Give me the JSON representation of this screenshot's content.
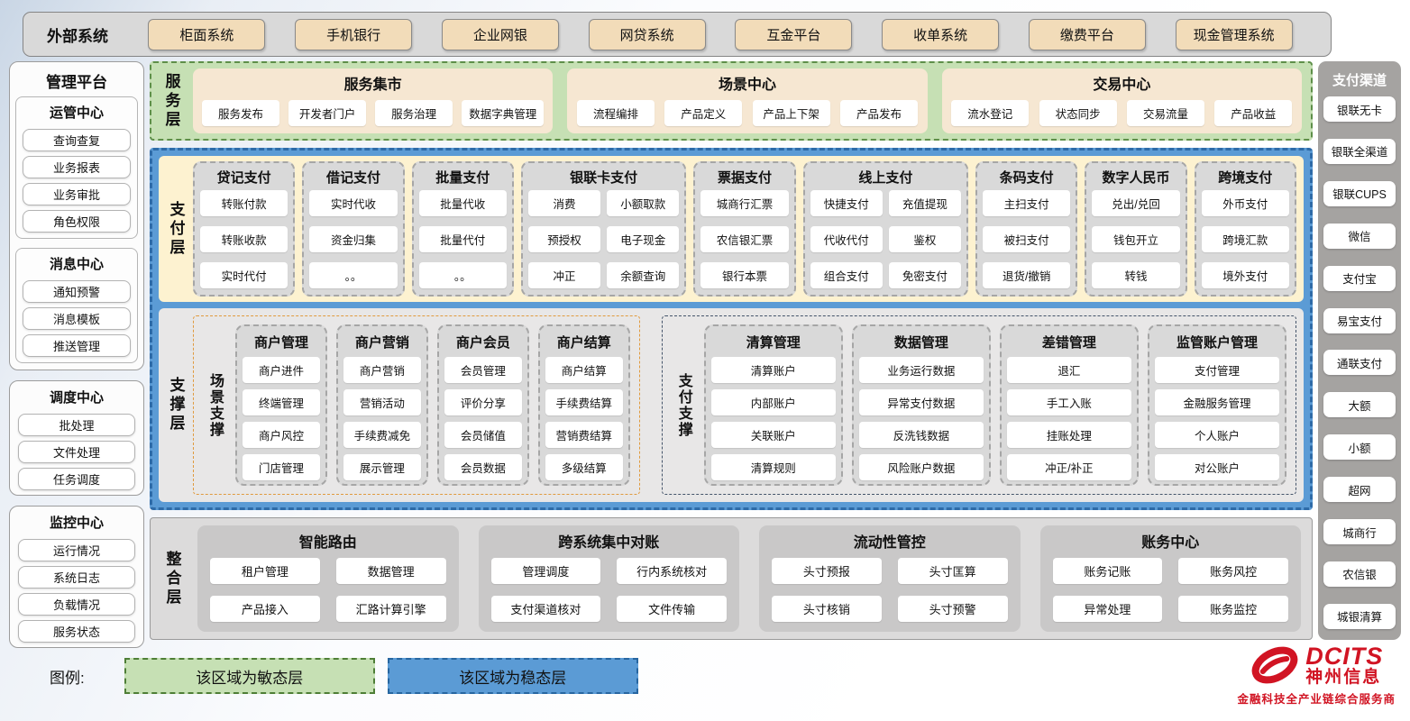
{
  "external_systems": {
    "label": "外部系统",
    "items": [
      "柜面系统",
      "手机银行",
      "企业网银",
      "网贷系统",
      "互金平台",
      "收单系统",
      "缴费平台",
      "现金管理系统"
    ]
  },
  "management_platform": {
    "title": "管理平台",
    "groups": [
      {
        "title": "运管中心",
        "items": [
          "查询查复",
          "业务报表",
          "业务审批",
          "角色权限"
        ]
      },
      {
        "title": "消息中心",
        "items": [
          "通知预警",
          "消息模板",
          "推送管理"
        ]
      }
    ],
    "standalone_groups": [
      {
        "title": "调度中心",
        "items": [
          "批处理",
          "文件处理",
          "任务调度"
        ]
      },
      {
        "title": "监控中心",
        "items": [
          "运行情况",
          "系统日志",
          "负载情况",
          "服务状态"
        ]
      }
    ]
  },
  "service_layer": {
    "label": "服务层",
    "groups": [
      {
        "title": "服务集市",
        "items": [
          "服务发布",
          "开发者门户",
          "服务治理",
          "数据字典管理"
        ]
      },
      {
        "title": "场景中心",
        "items": [
          "流程编排",
          "产品定义",
          "产品上下架",
          "产品发布"
        ]
      },
      {
        "title": "交易中心",
        "items": [
          "流水登记",
          "状态同步",
          "交易流量",
          "产品收益"
        ]
      }
    ]
  },
  "payment_layer": {
    "label": "支付层",
    "columns": [
      {
        "title": "贷记支付",
        "cols": 1,
        "items": [
          "转账付款",
          "转账收款",
          "实时代付"
        ]
      },
      {
        "title": "借记支付",
        "cols": 1,
        "items": [
          "实时代收",
          "资金归集",
          "。。"
        ]
      },
      {
        "title": "批量支付",
        "cols": 1,
        "items": [
          "批量代收",
          "批量代付",
          "。。"
        ]
      },
      {
        "title": "银联卡支付",
        "cols": 2,
        "items": [
          "消费",
          "小额取款",
          "预授权",
          "电子现金",
          "冲正",
          "余额查询"
        ]
      },
      {
        "title": "票据支付",
        "cols": 1,
        "items": [
          "城商行汇票",
          "农信银汇票",
          "银行本票"
        ]
      },
      {
        "title": "线上支付",
        "cols": 2,
        "items": [
          "快捷支付",
          "充值提现",
          "代收代付",
          "鉴权",
          "组合支付",
          "免密支付"
        ]
      },
      {
        "title": "条码支付",
        "cols": 1,
        "items": [
          "主扫支付",
          "被扫支付",
          "退货/撤销"
        ]
      },
      {
        "title": "数字人民币",
        "cols": 1,
        "items": [
          "兑出/兑回",
          "钱包开立",
          "转钱"
        ]
      },
      {
        "title": "跨境支付",
        "cols": 1,
        "items": [
          "外币支付",
          "跨境汇款",
          "境外支付"
        ]
      }
    ]
  },
  "support_layer": {
    "label": "支撑层",
    "sections": [
      {
        "label": "场景支撑",
        "accent": "orange",
        "columns": [
          {
            "title": "商户管理",
            "items": [
              "商户进件",
              "终端管理",
              "商户风控",
              "门店管理"
            ]
          },
          {
            "title": "商户营销",
            "items": [
              "商户营销",
              "营销活动",
              "手续费减免",
              "展示管理"
            ]
          },
          {
            "title": "商户会员",
            "items": [
              "会员管理",
              "评价分享",
              "会员储值",
              "会员数据"
            ]
          },
          {
            "title": "商户结算",
            "items": [
              "商户结算",
              "手续费结算",
              "营销费结算",
              "多级结算"
            ]
          }
        ]
      },
      {
        "label": "支付支撑",
        "accent": "navy",
        "columns": [
          {
            "title": "清算管理",
            "items": [
              "清算账户",
              "内部账户",
              "关联账户",
              "清算规则"
            ]
          },
          {
            "title": "数据管理",
            "items": [
              "业务运行数据",
              "异常支付数据",
              "反洗钱数据",
              "风险账户数据"
            ]
          },
          {
            "title": "差错管理",
            "items": [
              "退汇",
              "手工入账",
              "挂账处理",
              "冲正/补正"
            ]
          },
          {
            "title": "监管账户管理",
            "items": [
              "支付管理",
              "金融服务管理",
              "个人账户",
              "对公账户"
            ]
          }
        ]
      }
    ]
  },
  "integration_layer": {
    "label": "整合层",
    "groups": [
      {
        "title": "智能路由",
        "items": [
          "租户管理",
          "数据管理",
          "产品接入",
          "汇路计算引擎"
        ]
      },
      {
        "title": "跨系统集中对账",
        "items": [
          "管理调度",
          "行内系统核对",
          "支付渠道核对",
          "文件传输"
        ]
      },
      {
        "title": "流动性管控",
        "items": [
          "头寸预报",
          "头寸匡算",
          "头寸核销",
          "头寸预警"
        ]
      },
      {
        "title": "账务中心",
        "items": [
          "账务记账",
          "账务风控",
          "异常处理",
          "账务监控"
        ]
      }
    ]
  },
  "payment_channels": {
    "title": "支付渠道",
    "items": [
      "银联无卡",
      "银联全渠道",
      "银联CUPS",
      "微信",
      "支付宝",
      "易宝支付",
      "通联支付",
      "大额",
      "小额",
      "超网",
      "城商行",
      "农信银",
      "城银清算"
    ]
  },
  "legend": {
    "label": "图例:",
    "agile_label": "该区域为敏态层",
    "stable_label": "该区域为稳态层",
    "agile_color": "#c6e0b4",
    "stable_color": "#5b9bd5"
  },
  "logo": {
    "name": "DCITS",
    "cn": "神州信息",
    "tagline": "金融科技全产业链综合服务商",
    "brand_color": "#d11423"
  }
}
